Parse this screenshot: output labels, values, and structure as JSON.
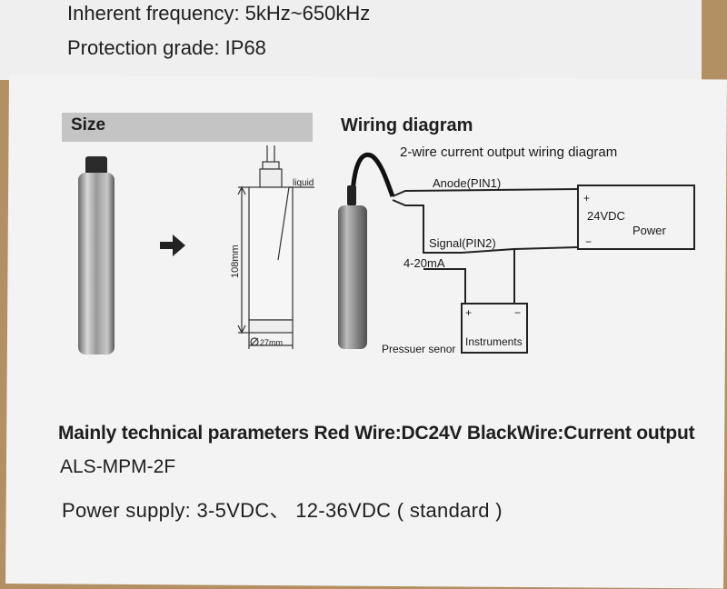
{
  "header": {
    "line1": "Inherent frequency: 5kHz~650kHz",
    "line2": "Protection grade: IP68"
  },
  "size_section": {
    "title": "Size",
    "dim_height": "108mm",
    "dim_width": "27mm",
    "liquid_label": "liquid"
  },
  "wiring": {
    "title": "Wiring diagram",
    "subtitle": "2-wire current output wiring diagram",
    "anode": "Anode(PIN1)",
    "signal": "Signal(PIN2)",
    "current": "4-20mA",
    "power_voltage": "24VDC",
    "power_label": "Power",
    "power_plus": "+",
    "power_minus": "−",
    "instruments_label": "Instruments",
    "inst_plus": "+",
    "inst_minus": "−",
    "sensor_label": "Pressuer senor"
  },
  "params": {
    "heading": "Mainly technical parameters   Red Wire:DC24V  BlackWire:Current output",
    "model": "ALS-MPM-2F",
    "power_supply": "Power supply: 3-5VDC、 12-36VDC ( standard )"
  },
  "colors": {
    "paper": "#f3f3f3",
    "background": "#b39063",
    "size_bar": "#c4c4c4",
    "ink": "#1e1e1e"
  }
}
